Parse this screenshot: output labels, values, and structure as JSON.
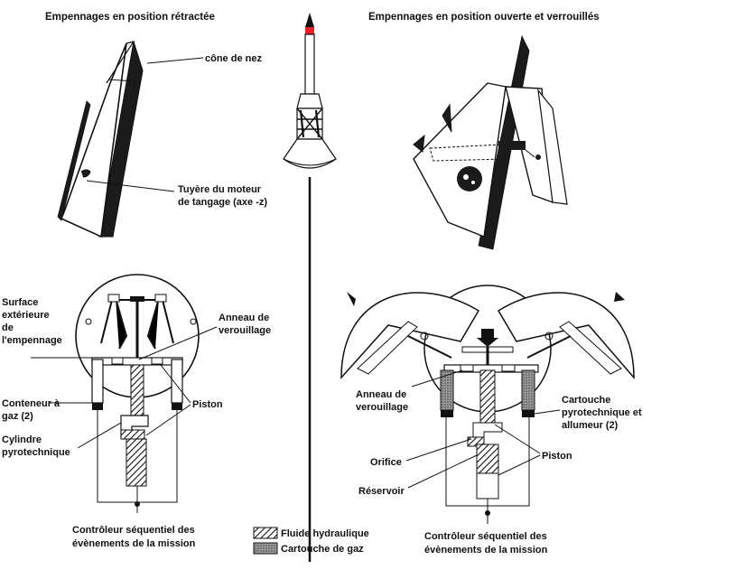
{
  "titles": {
    "retracted": "Empennages en position rétractée",
    "open": "Empennages en position ouverte et verrouillés"
  },
  "labels": {
    "nose_cone": "cône de nez",
    "nozzle_1": "Tuyère du moteur",
    "nozzle_2": "de tangage (axe -z)",
    "surface_1": "Surface",
    "surface_2": "extérieure",
    "surface_3": "de",
    "surface_4": "l'empennage",
    "ring_left_1": "Anneau de",
    "ring_left_2": "verouillage",
    "container_1": "Conteneur à",
    "container_2": "gaz (2)",
    "piston_left": "Piston",
    "cylinder_1": "Cylindre",
    "cylinder_2": "pyrotechnique",
    "controller_left_1": "Contrôleur séquentiel des",
    "controller_left_2": "évènements de la mission",
    "ring_right_1": "Anneau de",
    "ring_right_2": "verouillage",
    "cartridge_1": "Cartouche",
    "cartridge_2": "pyrotechnique et",
    "cartridge_3": "allumeur (2)",
    "orifice": "Orifice",
    "piston_right": "Piston",
    "reservoir": "Réservoir",
    "controller_right_1": "Contrôleur séquentiel des",
    "controller_right_2": "évènements de la mission"
  },
  "legend": {
    "hydraulic": "Fluide hydraulique",
    "gas": "Cartouche de gaz"
  },
  "colors": {
    "ink": "#111111",
    "nose_tip": "#e8222a",
    "gas_fill": "#8c8c8c"
  }
}
